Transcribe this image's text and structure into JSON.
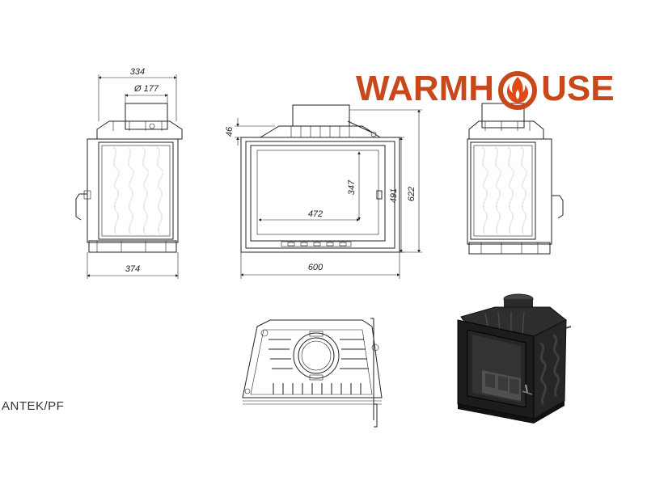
{
  "brand": {
    "logo_text_left": "WARMH",
    "logo_text_right": "USE",
    "logo_color": "#c8481c",
    "flame_color": "#e04a17"
  },
  "model": "ANTEK/PF",
  "dimensions": {
    "side_top": "334",
    "flue": "Ø 177",
    "side_bottom": "374",
    "front_top_offset": "46",
    "front_inner_width": "472",
    "front_inner_height": "347",
    "front_mid_height": "491",
    "front_total_height": "622",
    "front_width": "600"
  },
  "icons": {
    "flame": "flame-icon",
    "handle": "handle-icon"
  }
}
